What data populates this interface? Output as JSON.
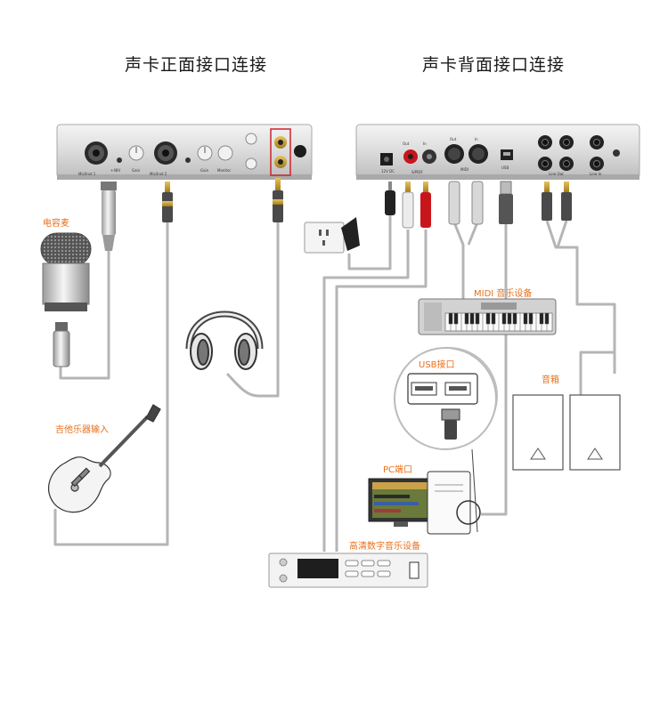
{
  "titles": {
    "front": "声卡正面接口连接",
    "back": "声卡背面接口连接"
  },
  "labels": {
    "mic": "电容麦",
    "guitar": "吉他乐器输入",
    "midi": "MIDI 音乐设备",
    "usb": "USB接口",
    "speakers": "音箱",
    "pc": "PC端口",
    "hd_device": "高清数字音乐设备"
  },
  "panel_text": {
    "front": {
      "mic_inst_1": "Mic/Inst 1",
      "mic_inst_2": "Mic/Inst 2",
      "gain": "Gain",
      "monitor": "Monitor",
      "phantom": "+48V"
    },
    "back": {
      "spdif": "S/PDIF",
      "out": "Out",
      "in": "In",
      "midi": "MIDI",
      "usb": "USB",
      "line_out": "Line Out",
      "line_in": "Line In",
      "dc": "12V DC"
    }
  },
  "colors": {
    "accent_orange": "#e8701a",
    "cable_gray": "#b5b5b5",
    "highlight_red": "#d0232a",
    "rca_red": "#c8151b"
  },
  "icons": [
    "audio-interface-front-icon",
    "audio-interface-back-icon",
    "condenser-mic-icon",
    "xlr-connector-icon",
    "guitar-icon",
    "headphones-icon",
    "power-socket-icon",
    "midi-keyboard-icon",
    "usb-port-icon",
    "speaker-icon",
    "pc-icon",
    "digital-audio-device-icon"
  ]
}
